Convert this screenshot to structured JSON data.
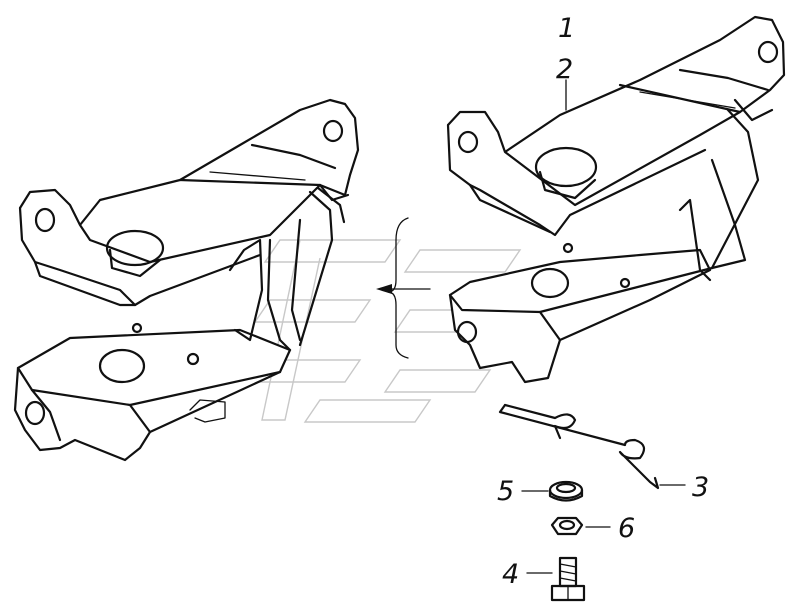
{
  "callouts": [
    {
      "id": "1",
      "label": "1"
    },
    {
      "id": "2",
      "label": "2"
    },
    {
      "id": "3",
      "label": "3"
    },
    {
      "id": "4",
      "label": "4"
    },
    {
      "id": "5",
      "label": "5"
    },
    {
      "id": "6",
      "label": "6"
    }
  ],
  "colors": {
    "line": "#111111",
    "background": "#ffffff",
    "watermark": "#c8c8c8"
  }
}
